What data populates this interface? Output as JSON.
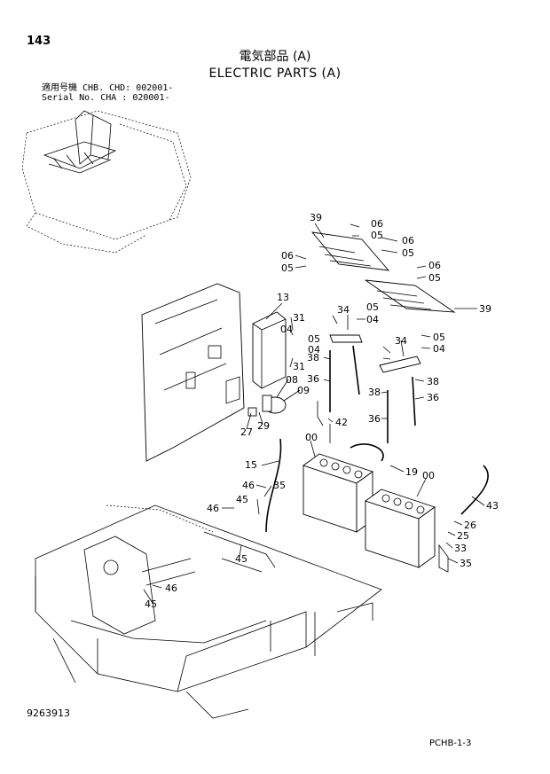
{
  "page_number": "143",
  "title_jp": "電気部品 (A)",
  "title_en": "ELECTRIC PARTS (A)",
  "serial_line1": "適用号機  CHB. CHD: 002001-",
  "serial_line2": "Serial No. CHA    : 020001-",
  "footer_left": "9263913",
  "footer_right": "PCHB-1-3",
  "callouts": [
    "39",
    "06",
    "05",
    "06",
    "05",
    "06",
    "05",
    "06",
    "05",
    "39",
    "13",
    "31",
    "04",
    "31",
    "34",
    "05",
    "04",
    "05",
    "04",
    "34",
    "05",
    "04",
    "38",
    "36",
    "38",
    "36",
    "38",
    "36",
    "08",
    "09",
    "42",
    "27",
    "29",
    "00",
    "19",
    "00",
    "15",
    "46",
    "35",
    "43",
    "46",
    "45",
    "26",
    "25",
    "33",
    "35",
    "45",
    "46",
    "45"
  ]
}
